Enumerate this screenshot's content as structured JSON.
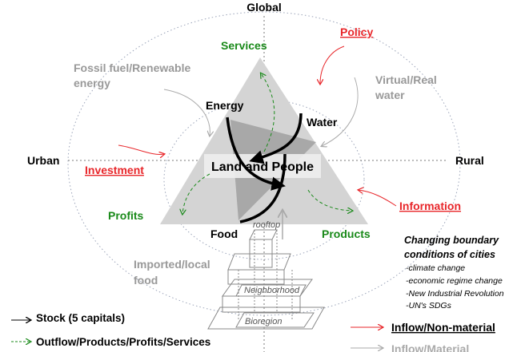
{
  "axes": {
    "top": "Global",
    "left": "Urban",
    "right": "Rural"
  },
  "vertices": {
    "energy": "Energy",
    "water": "Water",
    "food": "Food",
    "center": "Land and People"
  },
  "outflows": {
    "services": "Services",
    "profits": "Profits",
    "products": "Products"
  },
  "nonmaterial_inflows": {
    "policy": "Policy",
    "investment": "Investment",
    "information": "Information"
  },
  "material_inflows": {
    "energy_l1": "Fossil fuel/Renewable",
    "energy_l2": "energy",
    "water_l1": "Virtual/Real",
    "water_l2": "water",
    "food_l1": "Imported/local",
    "food_l2": "food"
  },
  "scales": {
    "rooftop": "rooftop",
    "neighborhood": "Neighborhood",
    "bioregion": "Bioregion"
  },
  "boundary": {
    "title_l1": "Changing boundary",
    "title_l2": "conditions of cities",
    "items": [
      "-climate change",
      "-economic regime change",
      "-New Industrial Revolution",
      "-UN's SDGs"
    ]
  },
  "legend": {
    "stock": "Stock (5 capitals)",
    "outflow": "Outflow/Products/Profits/Services",
    "nonmaterial": "Inflow/Non-material",
    "material": "Inflow/Material"
  },
  "colors": {
    "red": "#e8262a",
    "green": "#1a8a1a",
    "gray": "#999999",
    "triangle": "#d4d4d4",
    "inner": "#a8a8a8"
  }
}
